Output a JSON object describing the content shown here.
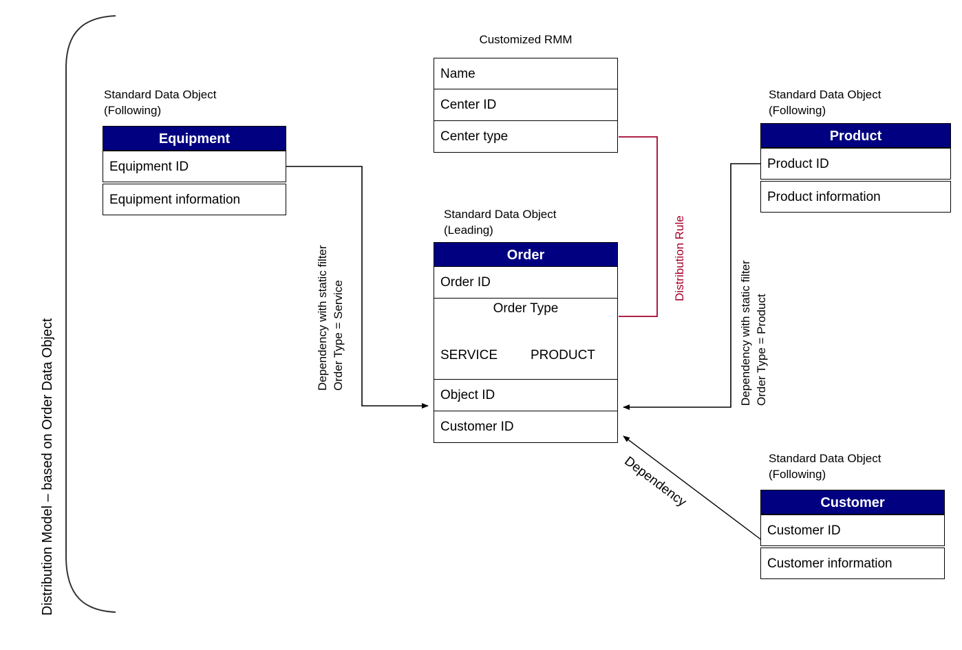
{
  "diagram": {
    "side_title": "Distribution Model – based on Order  Data Object",
    "entities": {
      "equipment": {
        "caption": "Standard  Data Object\n(Following)",
        "title": "Equipment",
        "rows": [
          "Equipment ID",
          "Equipment information"
        ]
      },
      "rmm": {
        "caption": "Customized  RMM",
        "rows": [
          "Name",
          "Center ID",
          "Center type"
        ]
      },
      "product": {
        "caption": "Standard  Data Object\n(Following)",
        "title": "Product",
        "rows": [
          "Product ID",
          "Product information"
        ]
      },
      "order": {
        "caption": "Standard  Data Object\n(Leading)",
        "title": "Order",
        "rows": [
          "Order ID",
          "Object ID",
          "Customer ID"
        ],
        "order_type": {
          "label": "Order Type",
          "leaves": [
            "SERVICE",
            "PRODUCT"
          ]
        }
      },
      "customer": {
        "caption": "Standard  Data Object\n(Following)",
        "title": "Customer",
        "rows": [
          "Customer ID",
          "Customer information"
        ]
      }
    },
    "connectors": {
      "equipment_to_order": "Dependency with static filter\nOrder Type = Service",
      "product_to_order": "Dependency with static filter\nOrder Type = Product",
      "distribution_rule": "Distribution Rule",
      "customer_to_order": "Dependency"
    },
    "colors": {
      "header_navy": "#000080",
      "distribution_rule_red": "#A5002B",
      "line_black": "#000000",
      "background": "#ffffff"
    }
  }
}
